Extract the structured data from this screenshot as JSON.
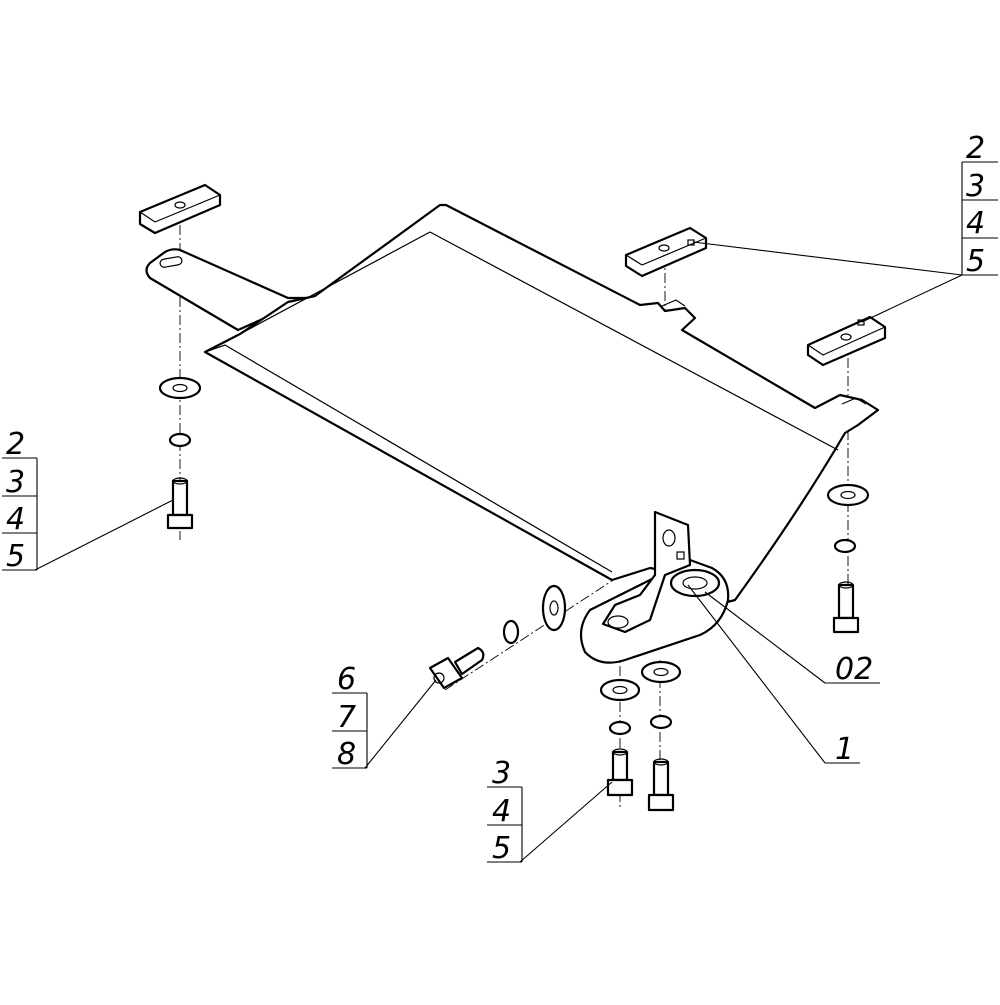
{
  "callouts": {
    "top_right": [
      "2",
      "3",
      "4",
      "5"
    ],
    "left": [
      "2",
      "3",
      "4",
      "5"
    ],
    "bottom_left": [
      "6",
      "7",
      "8"
    ],
    "bottom_center": [
      "3",
      "4",
      "5"
    ],
    "right_mid": "02",
    "right_low": "1"
  },
  "icons": {
    "skid_plate": "skid-plate-icon",
    "bracket": "mounting-bracket-icon",
    "plate": "spacer-plate-icon",
    "washer": "washer-icon",
    "bolt": "bolt-icon"
  }
}
